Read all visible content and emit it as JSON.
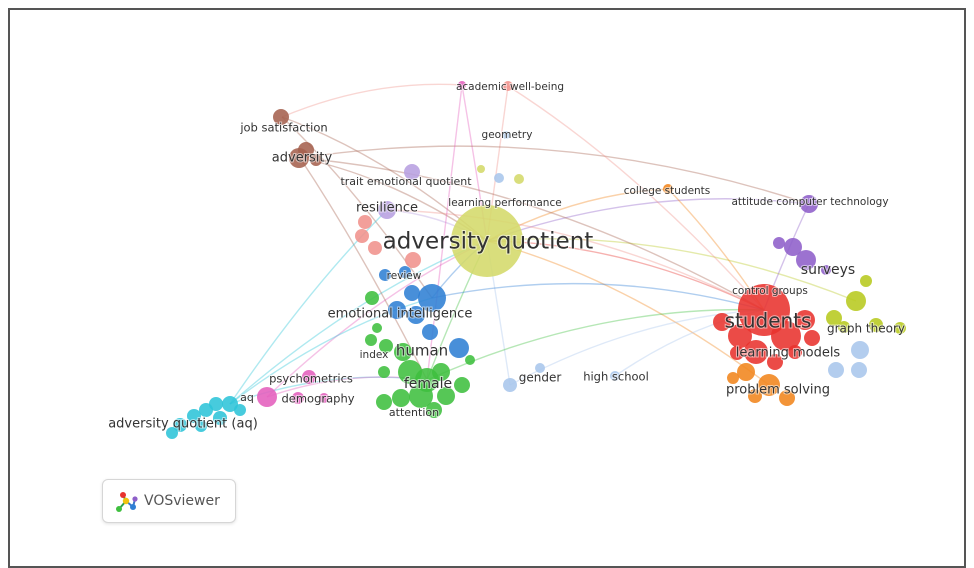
{
  "map": {
    "colors": {
      "yellow": "#d4d96a",
      "red": "#e8322e",
      "purple": "#8e5fc9",
      "green": "#3fbf3f",
      "blue": "#2f7fd4",
      "cyan": "#2ec4d8",
      "brown": "#a5614f",
      "pink": "#e45fbd",
      "orange": "#f1851d",
      "olive": "#b7c91f",
      "lightblue": "#a9c6ec",
      "salmon": "#f0928c",
      "lavender": "#b79fe0"
    },
    "labels": [
      {
        "text": "academic well-being",
        "cluster": "pink"
      },
      {
        "text": "job satisfaction",
        "cluster": "brown"
      },
      {
        "text": "geometry",
        "cluster": "yellow"
      },
      {
        "text": "adversity",
        "cluster": "brown"
      },
      {
        "text": "trait emotional quotient",
        "cluster": "purple"
      },
      {
        "text": "college students",
        "cluster": "orange"
      },
      {
        "text": "learning performance",
        "cluster": "yellow"
      },
      {
        "text": "attitude computer technology",
        "cluster": "purple"
      },
      {
        "text": "resilience",
        "cluster": "salmon"
      },
      {
        "text": "adversity quotient",
        "cluster": "yellow"
      },
      {
        "text": "surveys",
        "cluster": "purple"
      },
      {
        "text": "review",
        "cluster": "blue"
      },
      {
        "text": "control groups",
        "cluster": "red"
      },
      {
        "text": "emotional intelligence",
        "cluster": "blue"
      },
      {
        "text": "students",
        "cluster": "red"
      },
      {
        "text": "graph theory",
        "cluster": "olive"
      },
      {
        "text": "human",
        "cluster": "green"
      },
      {
        "text": "index",
        "cluster": "green"
      },
      {
        "text": "learning models",
        "cluster": "lightblue"
      },
      {
        "text": "psychometrics",
        "cluster": "pink"
      },
      {
        "text": "gender",
        "cluster": "lightblue"
      },
      {
        "text": "high school",
        "cluster": "lightblue"
      },
      {
        "text": "female",
        "cluster": "green"
      },
      {
        "text": "aq",
        "cluster": "cyan"
      },
      {
        "text": "demography",
        "cluster": "pink"
      },
      {
        "text": "problem solving",
        "cluster": "orange"
      },
      {
        "text": "attention",
        "cluster": "green"
      },
      {
        "text": "adversity quotient (aq)",
        "cluster": "cyan"
      }
    ]
  },
  "logo": {
    "text": "VOSviewer",
    "icon": "vosviewer-logo-icon"
  }
}
